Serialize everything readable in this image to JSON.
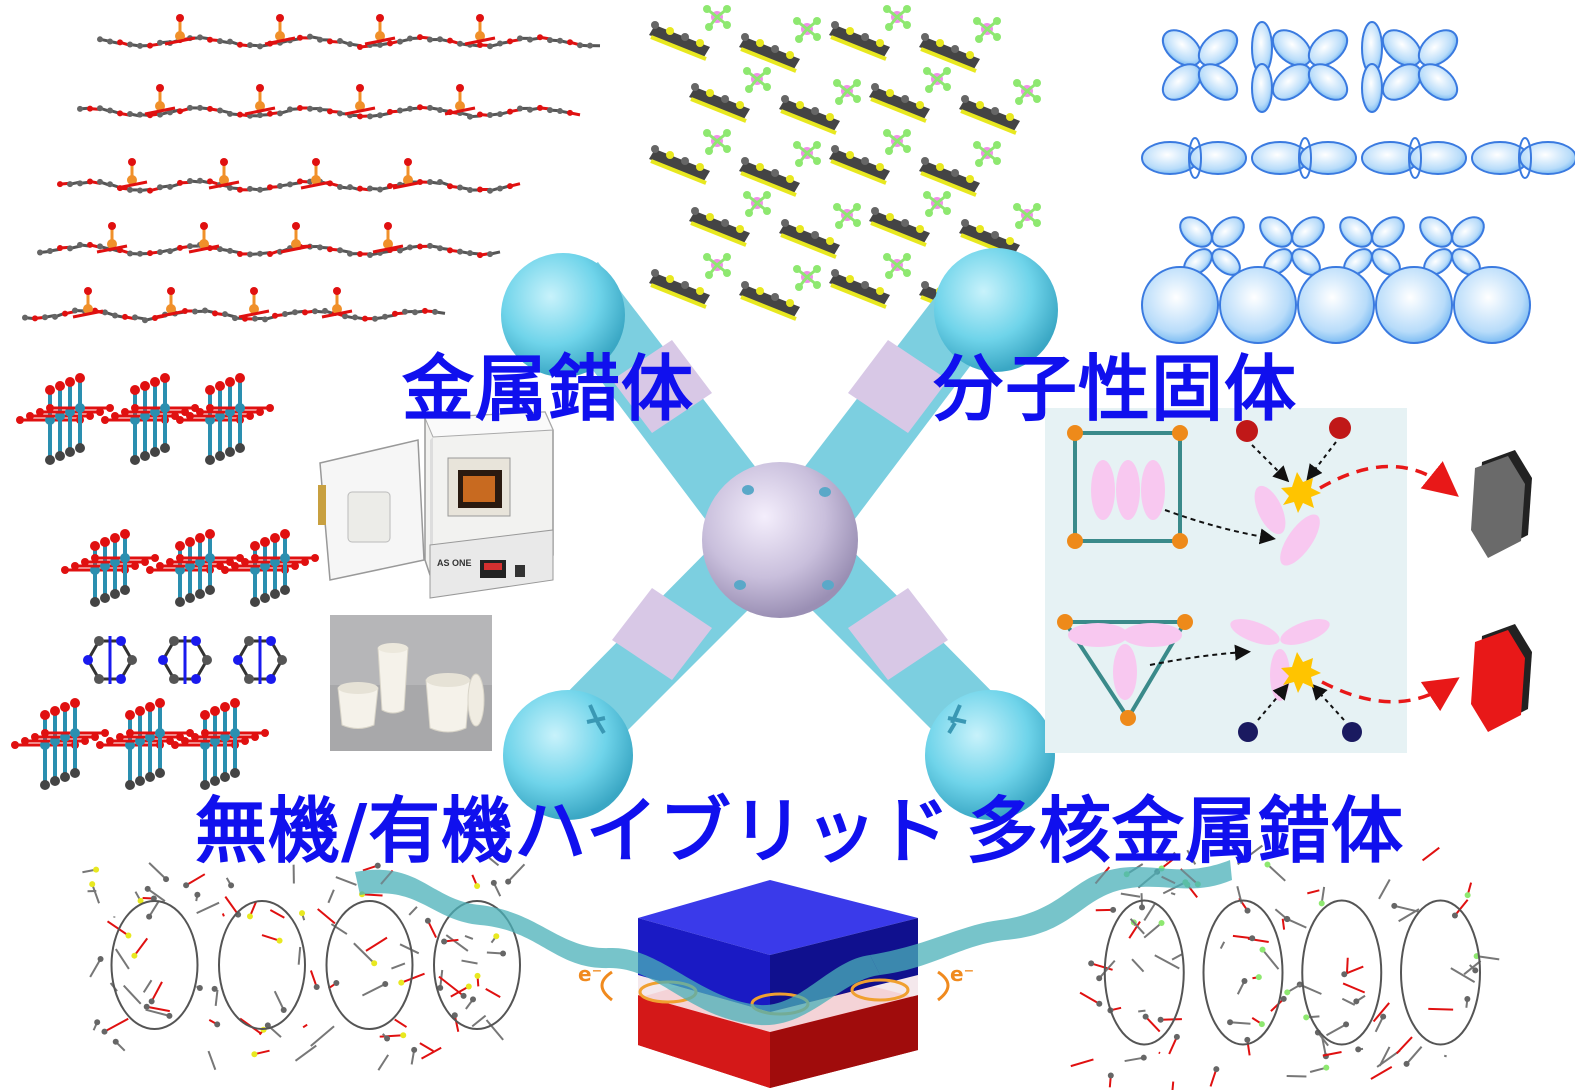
{
  "labels": {
    "top_left": "金属錯体",
    "top_right": "分子性固体",
    "bottom_left": "無機/有機ハイブリッド",
    "bottom_right": "多核金属錯体"
  },
  "furnace_brand": "AS ONE",
  "electron_symbol": "e⁻",
  "colors": {
    "label_text": "#1010ee",
    "core_atom": "#c9bfdc",
    "ligand_atom": "#6fd4ea",
    "bond_cyan": "#7ccfe0",
    "bond_pink": "#d8c8e6",
    "orbital": "#5aa8f0",
    "oxygen": "#e01010",
    "carbon": "#555555",
    "metal": "#2a8fb0",
    "phosphorus": "#f0902a",
    "sulfur": "#e8e820",
    "fluorine": "#8ee870",
    "boron": "#f090e8",
    "nitrogen": "#1a1aee",
    "block_blue": "#1818c8",
    "block_red": "#e01818",
    "hexagon_gray": "#6a6a6a",
    "hexagon_red": "#e81818"
  },
  "icons": [
    "furnace-icon",
    "crucible-icon",
    "orbital-icon",
    "hexagon-icon",
    "layer-block-icon"
  ]
}
